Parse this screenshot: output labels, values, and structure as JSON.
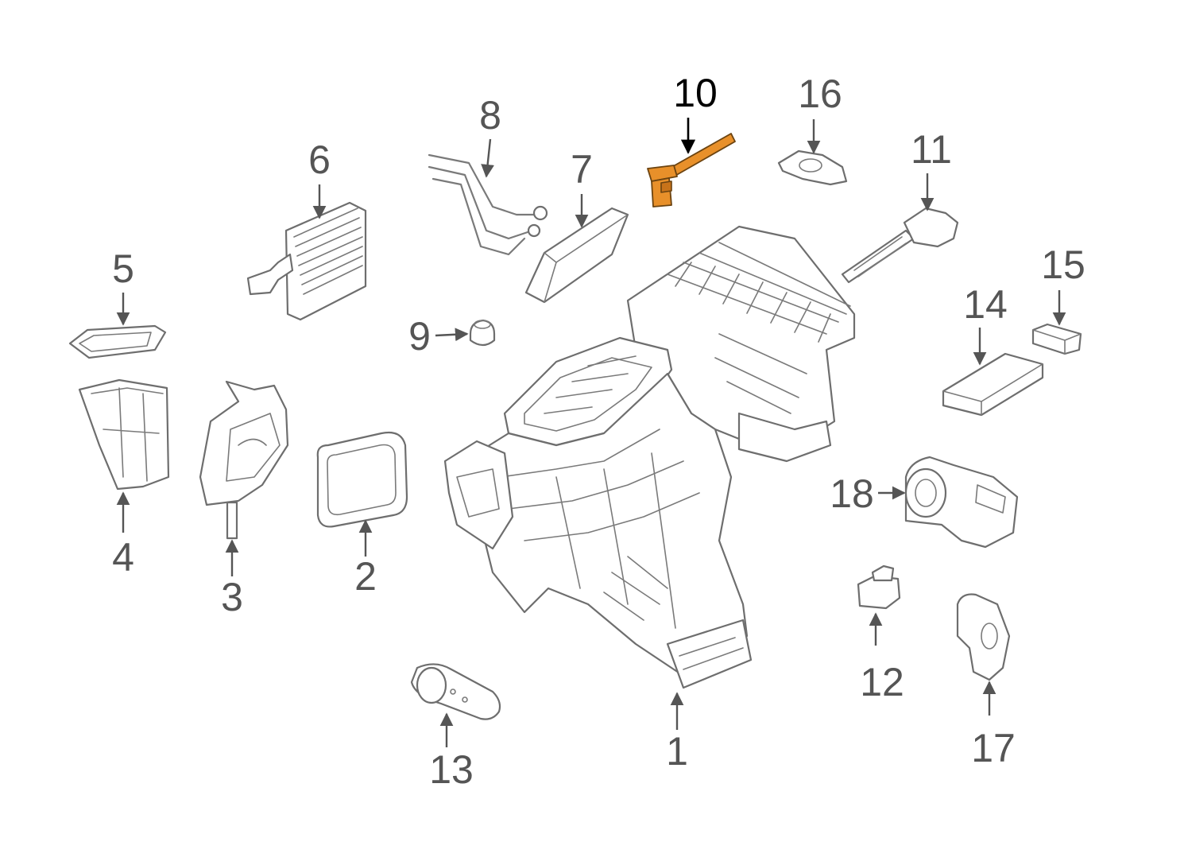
{
  "colors": {
    "background": "#ffffff",
    "line_art": "#6e6e6e",
    "callout_text": "#555555",
    "highlight_fill": "#e8902a",
    "highlight_callout": "#000000"
  },
  "highlighted_part": "10",
  "callouts": {
    "c1": "1",
    "c2": "2",
    "c3": "3",
    "c4": "4",
    "c5": "5",
    "c6": "6",
    "c7": "7",
    "c8": "8",
    "c9": "9",
    "c10": "10",
    "c11": "11",
    "c12": "12",
    "c13": "13",
    "c14": "14",
    "c15": "15",
    "c16": "16",
    "c17": "17",
    "c18": "18"
  }
}
